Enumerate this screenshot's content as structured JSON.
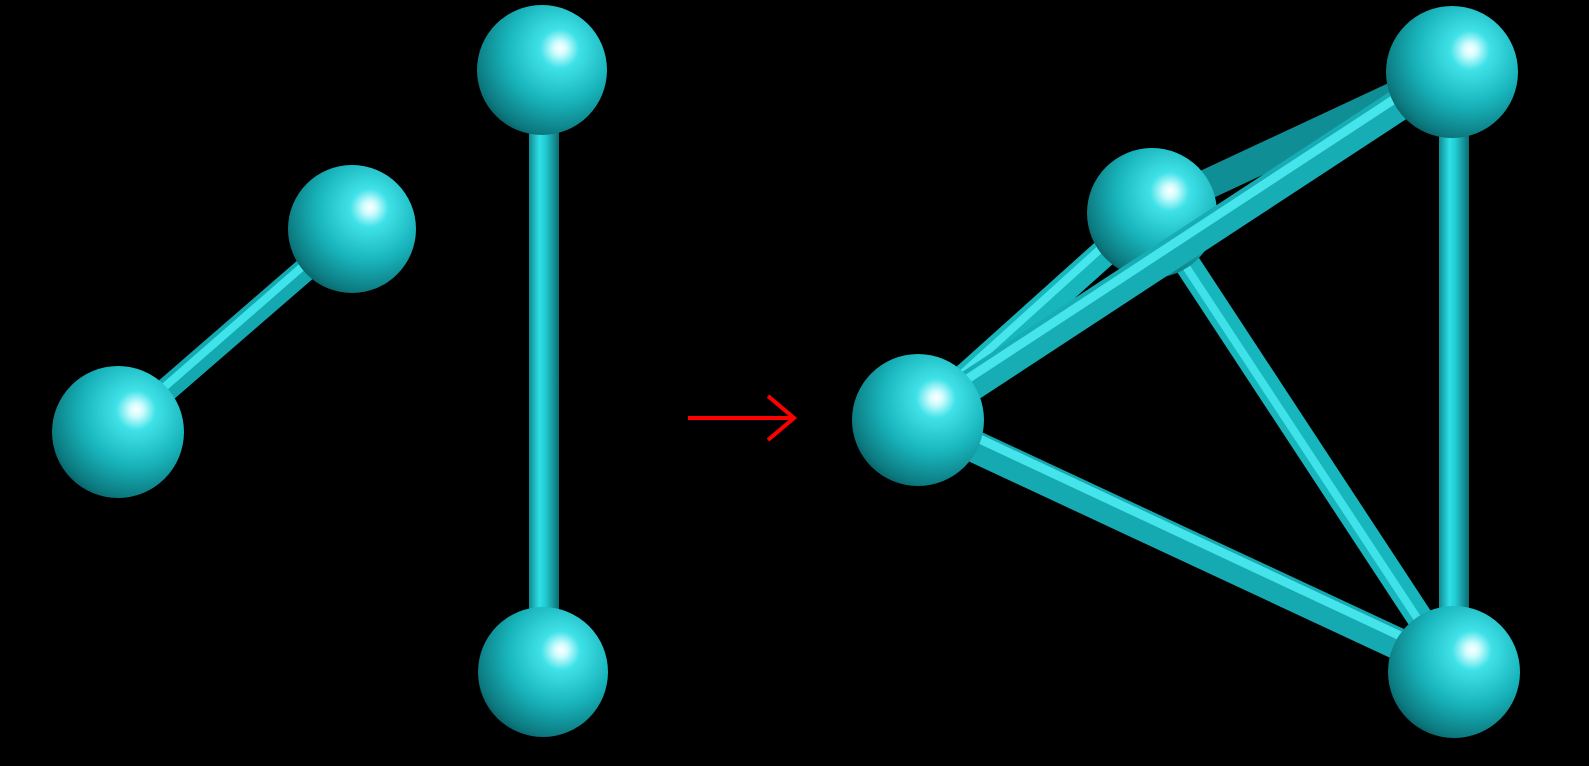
{
  "colors": {
    "background": "#000000",
    "atom": "#1fc8d0",
    "bond": "#1fc8d0",
    "arrow": "#ff0000"
  },
  "molecules": [
    {
      "name": "dimer-left",
      "atoms": 2,
      "bonds": 1
    },
    {
      "name": "dimer-vertical",
      "atoms": 2,
      "bonds": 1
    },
    {
      "name": "tetrahedron",
      "atoms": 4,
      "bonds": 6
    }
  ],
  "arrow": {
    "icon": "right-arrow-icon",
    "direction": "right"
  }
}
